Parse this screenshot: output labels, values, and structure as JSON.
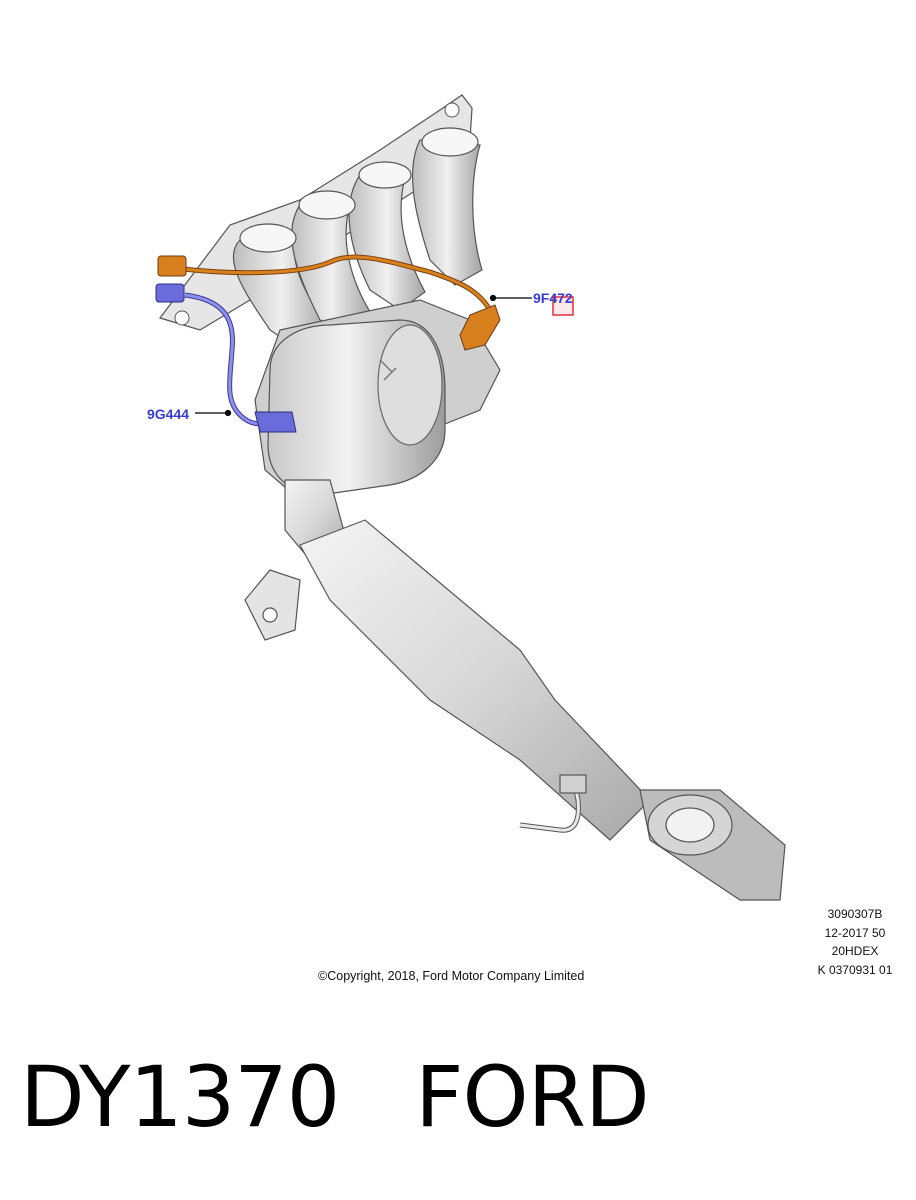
{
  "callouts": {
    "downstream_sensor": "9F472",
    "upstream_sensor": "9G444"
  },
  "reference": {
    "line1": "3090307B",
    "line2": "12-2017 50",
    "line3": "20HDEX",
    "line4": "K 0370931 01"
  },
  "copyright": "©Copyright, 2018, Ford Motor Company Limited",
  "caption": {
    "part_number": "DY1370",
    "brand": "FORD"
  },
  "colors": {
    "orange_sensor": "#d9801e",
    "blue_sensor": "#6b6bdc",
    "callout_text": "#3a3ad6",
    "highlight_box": "#e0303a",
    "metal": "#d9d9d9"
  }
}
